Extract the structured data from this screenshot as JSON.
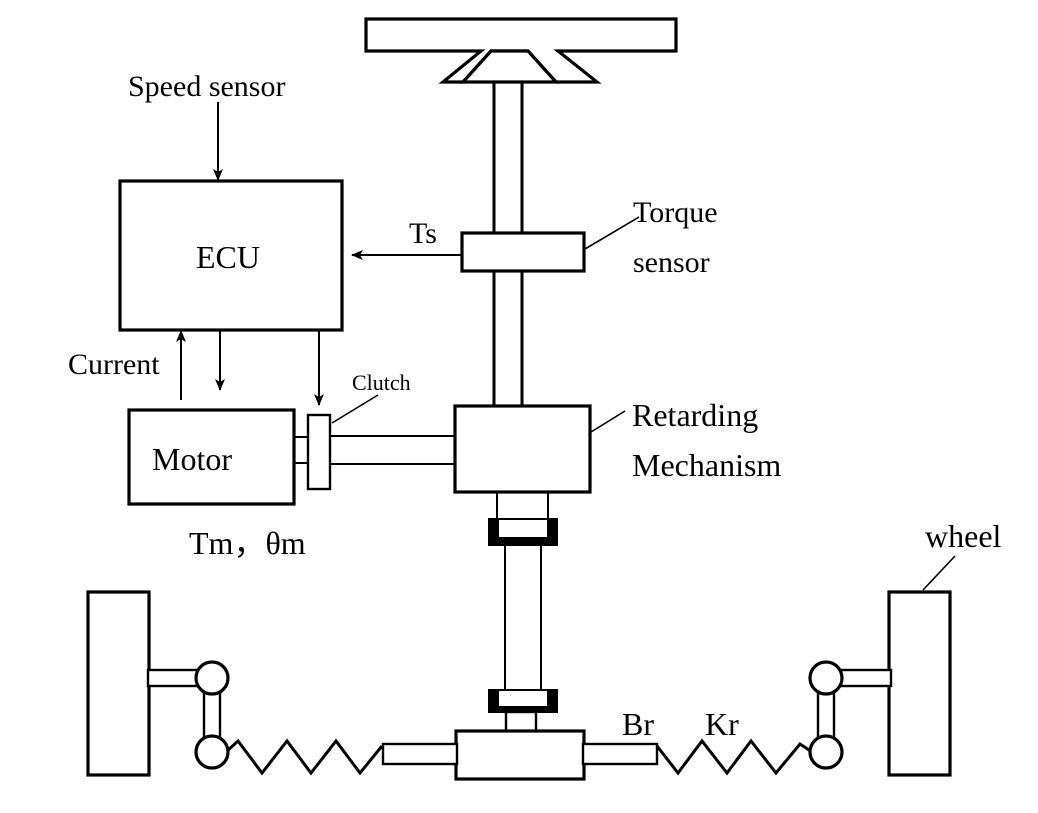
{
  "diagram": {
    "title": "Electric Power Steering (EPS) System Schematic",
    "type": "engineering-block-diagram"
  },
  "labels": {
    "speed_sensor": "Speed sensor",
    "ecu": "ECU",
    "current": "Current",
    "motor": "Motor",
    "motor_params": "Tm，θm",
    "clutch": "Clutch",
    "torque_signal": "Ts",
    "torque_sensor_line1": "Torque",
    "torque_sensor_line2": "sensor",
    "retarding_line1": "Retarding",
    "retarding_line2": "Mechanism",
    "wheel": "wheel",
    "damping": "Br",
    "stiffness": "Kr"
  },
  "components": [
    {
      "id": "steering-wheel",
      "label": "Steering wheel",
      "shape": "trapezoid-bar"
    },
    {
      "id": "steering-column",
      "label": "Steering column",
      "shape": "double-line-shaft"
    },
    {
      "id": "torque-sensor",
      "label": "Torque sensor",
      "shape": "rectangle"
    },
    {
      "id": "ecu",
      "label": "ECU",
      "shape": "rectangle"
    },
    {
      "id": "motor",
      "label": "Motor",
      "shape": "rectangle"
    },
    {
      "id": "clutch",
      "label": "Clutch",
      "shape": "narrow-rectangle"
    },
    {
      "id": "retarding-mechanism",
      "label": "Retarding Mechanism",
      "shape": "rectangle"
    },
    {
      "id": "universal-joint-upper",
      "label": "Universal joint upper",
      "shape": "u-bracket"
    },
    {
      "id": "universal-joint-lower",
      "label": "Universal joint lower",
      "shape": "u-bracket"
    },
    {
      "id": "rack-housing",
      "label": "Rack and pinion housing",
      "shape": "rectangle"
    },
    {
      "id": "left-wheel",
      "label": "Left wheel",
      "shape": "rectangle"
    },
    {
      "id": "right-wheel",
      "label": "Right wheel",
      "shape": "rectangle"
    },
    {
      "id": "left-spring",
      "label": "Left tie rod spring",
      "shape": "zigzag"
    },
    {
      "id": "right-spring",
      "label": "Right tie rod spring",
      "shape": "zigzag"
    }
  ],
  "signals": [
    {
      "id": "speed-sensor-input",
      "from": "Speed sensor",
      "to": "ECU",
      "direction": "down"
    },
    {
      "id": "torque-signal",
      "from": "Torque sensor",
      "to": "ECU",
      "direction": "left",
      "label": "Ts"
    },
    {
      "id": "current-feedback",
      "from": "Motor",
      "to": "ECU",
      "direction": "up",
      "label": "Current"
    },
    {
      "id": "motor-command",
      "from": "ECU",
      "to": "Motor",
      "direction": "down"
    },
    {
      "id": "clutch-command",
      "from": "ECU",
      "to": "Clutch",
      "direction": "down"
    }
  ],
  "colors": {
    "stroke": "#000000",
    "background": "#ffffff",
    "fill": "#ffffff"
  }
}
